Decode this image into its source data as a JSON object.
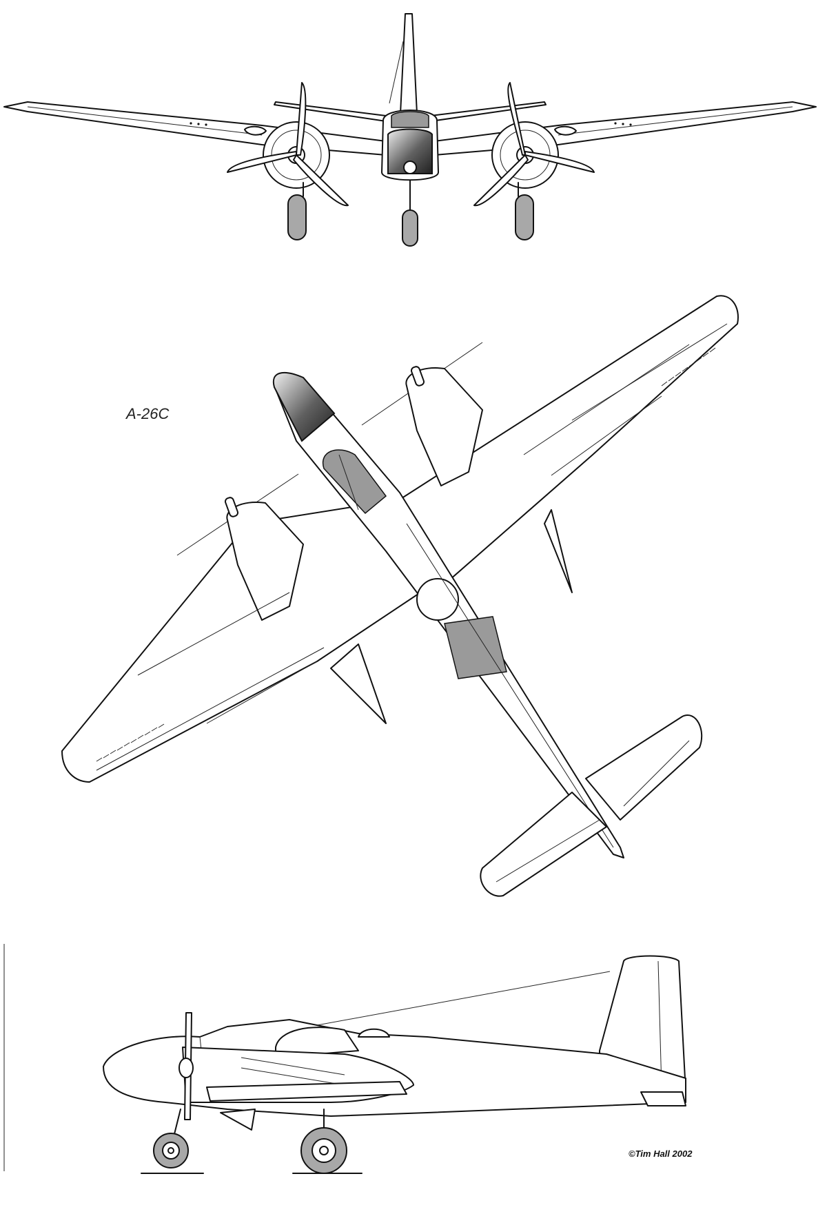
{
  "labels": {
    "model": "A-26C",
    "credit": "©Tim Hall 2002"
  },
  "views": {
    "front": "front-view",
    "top": "top-view",
    "side": "side-view"
  },
  "colors": {
    "line": "#111111",
    "shading": "#9a9a9a",
    "background": "#ffffff"
  }
}
